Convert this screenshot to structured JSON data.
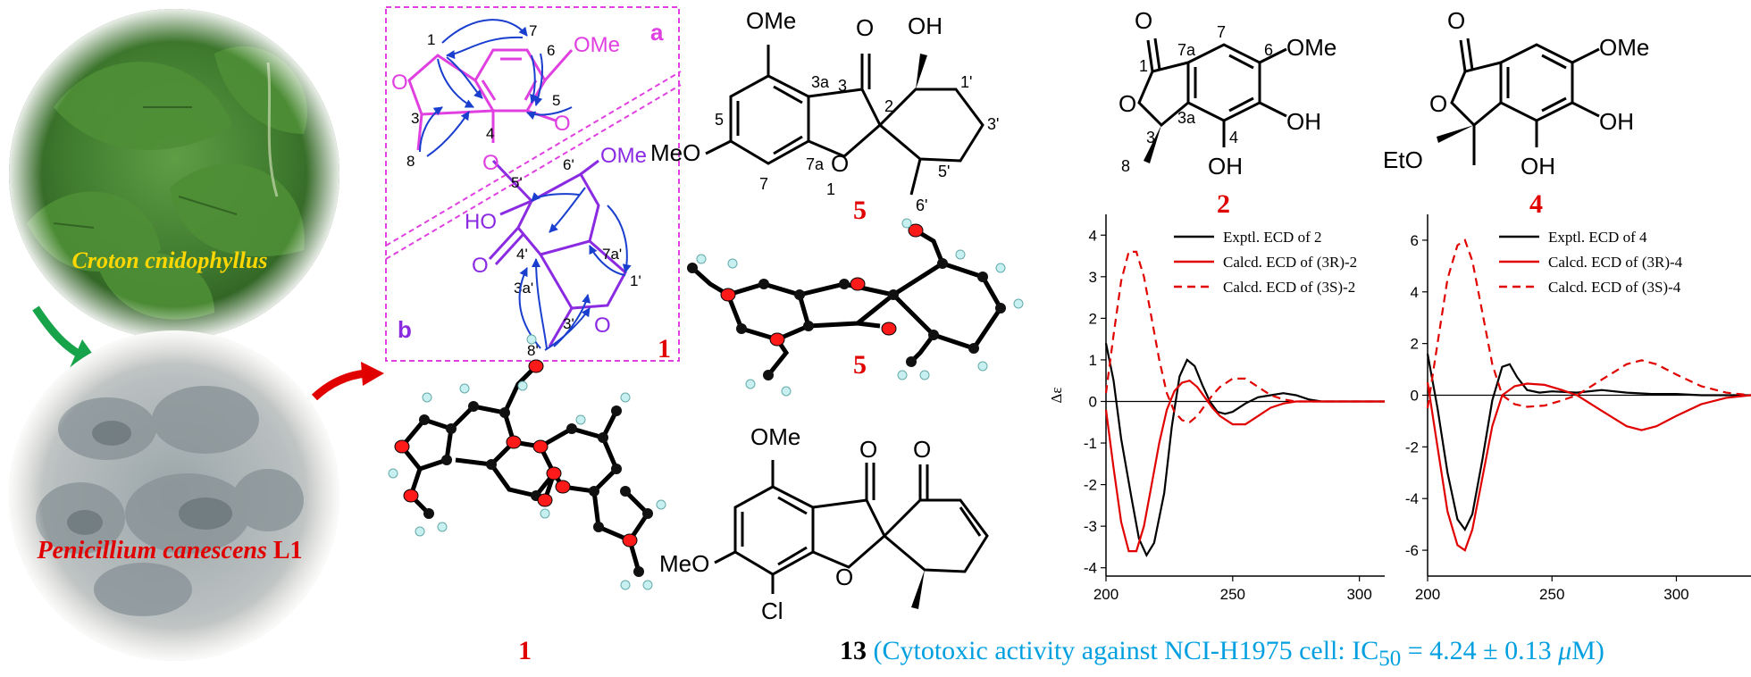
{
  "colors": {
    "compound_label": "#e00000",
    "fragment_a": "#e040e0",
    "fragment_b": "#8a2be2",
    "hmbc_arrow": "#1a3fcf",
    "oxygen": "#ff0000",
    "caption": "#00a0e0",
    "calc_curve": "#e00000",
    "exptl_curve": "#000000",
    "plant_label": "#ffd700",
    "fungus_label": "#e00000",
    "flow_arrow_green": "#16a34a",
    "flow_arrow_red": "#e00000"
  },
  "photos": {
    "plant_label": "Croton cnidophyllus",
    "fungus_label": "Penicillium canescens",
    "fungus_strain": "L1"
  },
  "compound_1": {
    "label": "1",
    "fragment_a_label": "a",
    "fragment_b_label": "b",
    "atoms": {
      "a1": "1",
      "a7": "7",
      "a6": "6",
      "a5": "5",
      "a4": "4",
      "a3": "3",
      "a8": "8",
      "a5p": "5'",
      "a6p": "6'",
      "a4p": "4'",
      "a3ap": "3a'",
      "a7ap": "7a'",
      "a1p": "1'",
      "a3p": "3'",
      "a8p": "8'",
      "ome1": "OMe",
      "ome2": "OMe",
      "ho": "HO",
      "o_carbonyl": "O",
      "o_furan": "O",
      "o_ring": "O"
    }
  },
  "compound_5": {
    "label": "5",
    "crystal_label": "5",
    "atoms": {
      "ome_top": "OMe",
      "meo": "MeO",
      "o_carbonyl": "O",
      "oh": "OH",
      "o1": "O",
      "n3": "3",
      "n3a": "3a",
      "n2": "2",
      "n1p": "1'",
      "n3p": "3'",
      "n5p": "5'",
      "n6p": "6'",
      "n5": "5",
      "n7": "7",
      "n7a": "7a",
      "n1": "1"
    }
  },
  "compound_1_crystal_label": "1",
  "compound_13": {
    "label": "13",
    "atoms": {
      "ome": "OMe",
      "meo": "MeO",
      "cl": "Cl",
      "o1": "O",
      "o2": "O",
      "o3": "O"
    }
  },
  "compound_2": {
    "label": "2",
    "atoms": {
      "o_top": "O",
      "o_ring": "O",
      "ome": "OMe",
      "oh1": "OH",
      "oh2": "OH",
      "n1": "1",
      "n7a": "7a",
      "n7": "7",
      "n6": "6",
      "n3": "3",
      "n3a": "3a",
      "n4": "4",
      "n8": "8"
    }
  },
  "compound_4": {
    "label": "4",
    "atoms": {
      "o_top": "O",
      "o_ring": "O",
      "ome": "OMe",
      "oh1": "OH",
      "oh2": "OH",
      "eto": "EtO"
    }
  },
  "caption": {
    "compound": "13",
    "text_pre": "(Cytotoxic activity against NCI-H1975 cell: IC",
    "subscript": "50",
    "text_mid": " = 4.24 ± 0.13 ",
    "unit_italic": "μ",
    "text_post": "M)"
  },
  "chart_data": [
    {
      "type": "line",
      "ylabel": "Δε",
      "xlim": [
        200,
        310
      ],
      "ylim": [
        -4.2,
        4.5
      ],
      "xticks": [
        200,
        250,
        300
      ],
      "yticks": [
        -4,
        -3,
        -2,
        -1,
        0,
        1,
        2,
        3,
        4
      ],
      "legend_position": "top-right",
      "series": [
        {
          "name": "Exptl. ECD of 2",
          "color": "#000000",
          "dash": false,
          "x": [
            200,
            203,
            206,
            210,
            213,
            216,
            219,
            223,
            226,
            229,
            232,
            235,
            238,
            241,
            244,
            247,
            250,
            255,
            260,
            265,
            270,
            275,
            280,
            285,
            290,
            300,
            310
          ],
          "y": [
            1.4,
            0.5,
            -0.9,
            -2.3,
            -3.3,
            -3.7,
            -3.4,
            -2.2,
            -0.6,
            0.6,
            1.0,
            0.85,
            0.4,
            0.0,
            -0.25,
            -0.3,
            -0.25,
            -0.05,
            0.1,
            0.15,
            0.2,
            0.15,
            0.05,
            0.0,
            0.0,
            0.0,
            0.0
          ]
        },
        {
          "name": "Calcd. ECD of (3R)-2",
          "color": "#e00000",
          "dash": false,
          "x": [
            200,
            203,
            206,
            209,
            212,
            215,
            218,
            221,
            224,
            227,
            230,
            233,
            236,
            239,
            242,
            245,
            250,
            255,
            260,
            265,
            270,
            275,
            280,
            290,
            300,
            310
          ],
          "y": [
            -0.2,
            -1.6,
            -2.9,
            -3.6,
            -3.6,
            -3.0,
            -2.0,
            -1.0,
            -0.2,
            0.25,
            0.45,
            0.5,
            0.35,
            0.1,
            -0.15,
            -0.35,
            -0.55,
            -0.55,
            -0.35,
            -0.15,
            -0.05,
            0.0,
            0.0,
            0.0,
            0.0,
            0.0
          ]
        },
        {
          "name": "Calcd. ECD of (3S)-2",
          "color": "#e00000",
          "dash": true,
          "x": [
            200,
            203,
            206,
            209,
            212,
            215,
            218,
            221,
            224,
            227,
            230,
            233,
            236,
            239,
            242,
            245,
            250,
            255,
            260,
            265,
            270,
            275,
            280,
            290,
            300,
            310
          ],
          "y": [
            0.2,
            1.6,
            2.9,
            3.6,
            3.6,
            3.0,
            2.0,
            1.0,
            0.2,
            -0.25,
            -0.45,
            -0.5,
            -0.35,
            -0.1,
            0.15,
            0.35,
            0.55,
            0.55,
            0.35,
            0.15,
            0.05,
            0.0,
            0.0,
            0.0,
            0.0,
            0.0
          ]
        }
      ]
    },
    {
      "type": "line",
      "ylabel": "",
      "xlim": [
        200,
        330
      ],
      "ylim": [
        -7,
        7
      ],
      "xticks": [
        200,
        250,
        300
      ],
      "yticks": [
        -6,
        -4,
        -2,
        0,
        2,
        4,
        6
      ],
      "legend_position": "top-right",
      "series": [
        {
          "name": "Exptl. ECD of 4",
          "color": "#000000",
          "dash": false,
          "x": [
            200,
            204,
            208,
            212,
            215,
            218,
            222,
            226,
            230,
            233,
            236,
            240,
            245,
            250,
            260,
            270,
            280,
            290,
            300,
            310,
            320,
            330
          ],
          "y": [
            1.6,
            -0.5,
            -3.0,
            -4.8,
            -5.2,
            -4.6,
            -2.5,
            -0.2,
            1.1,
            1.2,
            0.7,
            0.2,
            0.1,
            0.15,
            0.1,
            0.2,
            0.1,
            0.05,
            0.05,
            0.0,
            0.0,
            0.0
          ]
        },
        {
          "name": "Calcd. ECD of (3R)-4",
          "color": "#e00000",
          "dash": false,
          "x": [
            200,
            204,
            208,
            212,
            215,
            218,
            222,
            226,
            230,
            235,
            240,
            247,
            254,
            260,
            270,
            280,
            286,
            292,
            300,
            310,
            320,
            330
          ],
          "y": [
            0.5,
            -2.0,
            -4.5,
            -5.8,
            -6.0,
            -5.2,
            -3.2,
            -1.2,
            0.0,
            0.35,
            0.45,
            0.4,
            0.2,
            0.0,
            -0.6,
            -1.2,
            -1.35,
            -1.2,
            -0.8,
            -0.35,
            -0.1,
            0.0
          ]
        },
        {
          "name": "Calcd. ECD of (3S)-4",
          "color": "#e00000",
          "dash": true,
          "x": [
            200,
            204,
            208,
            212,
            215,
            218,
            222,
            226,
            230,
            235,
            240,
            247,
            254,
            260,
            270,
            280,
            286,
            292,
            300,
            310,
            320,
            330
          ],
          "y": [
            -0.5,
            2.0,
            4.5,
            5.8,
            6.0,
            5.2,
            3.2,
            1.2,
            0.0,
            -0.35,
            -0.45,
            -0.4,
            -0.2,
            0.0,
            0.6,
            1.2,
            1.35,
            1.2,
            0.8,
            0.35,
            0.1,
            0.0
          ]
        }
      ]
    }
  ]
}
